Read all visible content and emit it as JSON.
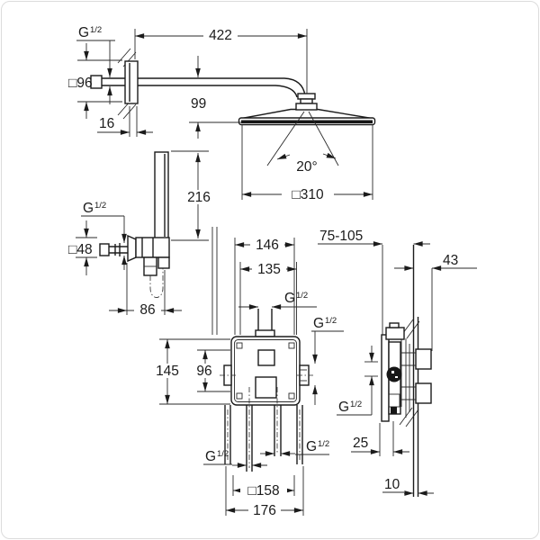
{
  "drawing": {
    "thread_label": {
      "main": "G",
      "fraction": "1/2"
    },
    "dimensions": {
      "arm_length": "422",
      "wall_union_plate": "□96",
      "plate_depth": "16",
      "head_drop": "99",
      "spray_angle": "20°",
      "head_size": "□310",
      "hand_shower_length": "216",
      "elbow_plate": "□48",
      "holder_depth": "86",
      "box_width_upper": "146",
      "box_width_inner": "135",
      "mount_depth_range": "75-105",
      "trim_depth": "43",
      "box_height": "145",
      "box_inner_height": "96",
      "front_offset": "25",
      "tile_gap": "10",
      "box_size": "□158",
      "box_total_width": "176"
    }
  }
}
